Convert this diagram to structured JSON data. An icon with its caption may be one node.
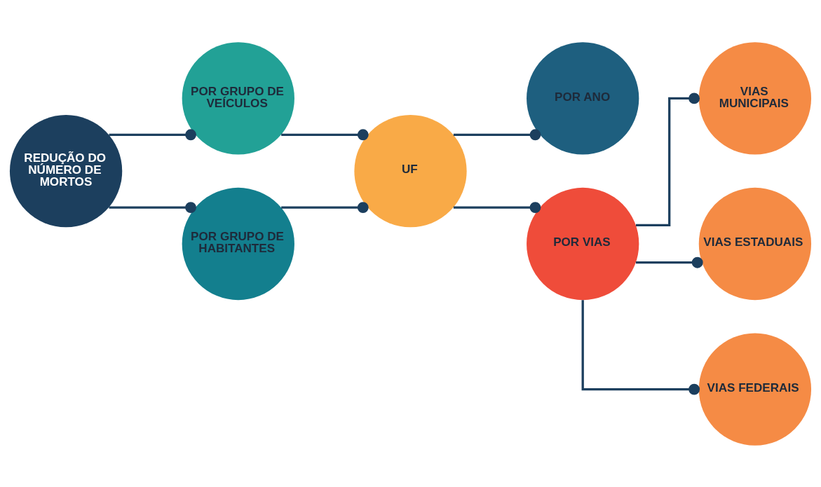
{
  "diagram": {
    "nodes": [
      {
        "text": [
          "REDUÇÃO DO NÚMERO DE MORTOS"
        ]
      },
      {
        "text": [
          "POR GRUPO DE VEÍCULOS"
        ]
      },
      {
        "text": [
          "POR GRUPO DE HABITANTES"
        ]
      },
      {
        "text": [
          "UF"
        ]
      },
      {
        "text": [
          "POR ANO"
        ]
      },
      {
        "text": [
          "POR VIAS"
        ]
      },
      {
        "text": [
          "VIAS MUNICIPAIS"
        ]
      },
      {
        "text": [
          "VIAS ESTADUAIS"
        ]
      },
      {
        "text": [
          "VIAS FEDERAIS"
        ]
      }
    ],
    "edges": [
      {
        "from": 0,
        "to": 1,
        "arrow": "other"
      },
      {
        "from": 0,
        "to": 2,
        "arrow": "other"
      },
      {
        "from": 1,
        "to": 3,
        "arrow": "other"
      },
      {
        "from": 2,
        "to": 3,
        "arrow": "other"
      },
      {
        "from": 3,
        "to": 4,
        "arrow": "other"
      },
      {
        "from": 3,
        "to": 5,
        "arrow": "other"
      },
      {
        "from": 5,
        "to": 6,
        "arrow": "other"
      },
      {
        "from": 5,
        "to": 7,
        "arrow": "other"
      },
      {
        "from": 5,
        "to": 8,
        "arrow": "other"
      }
    ]
  }
}
